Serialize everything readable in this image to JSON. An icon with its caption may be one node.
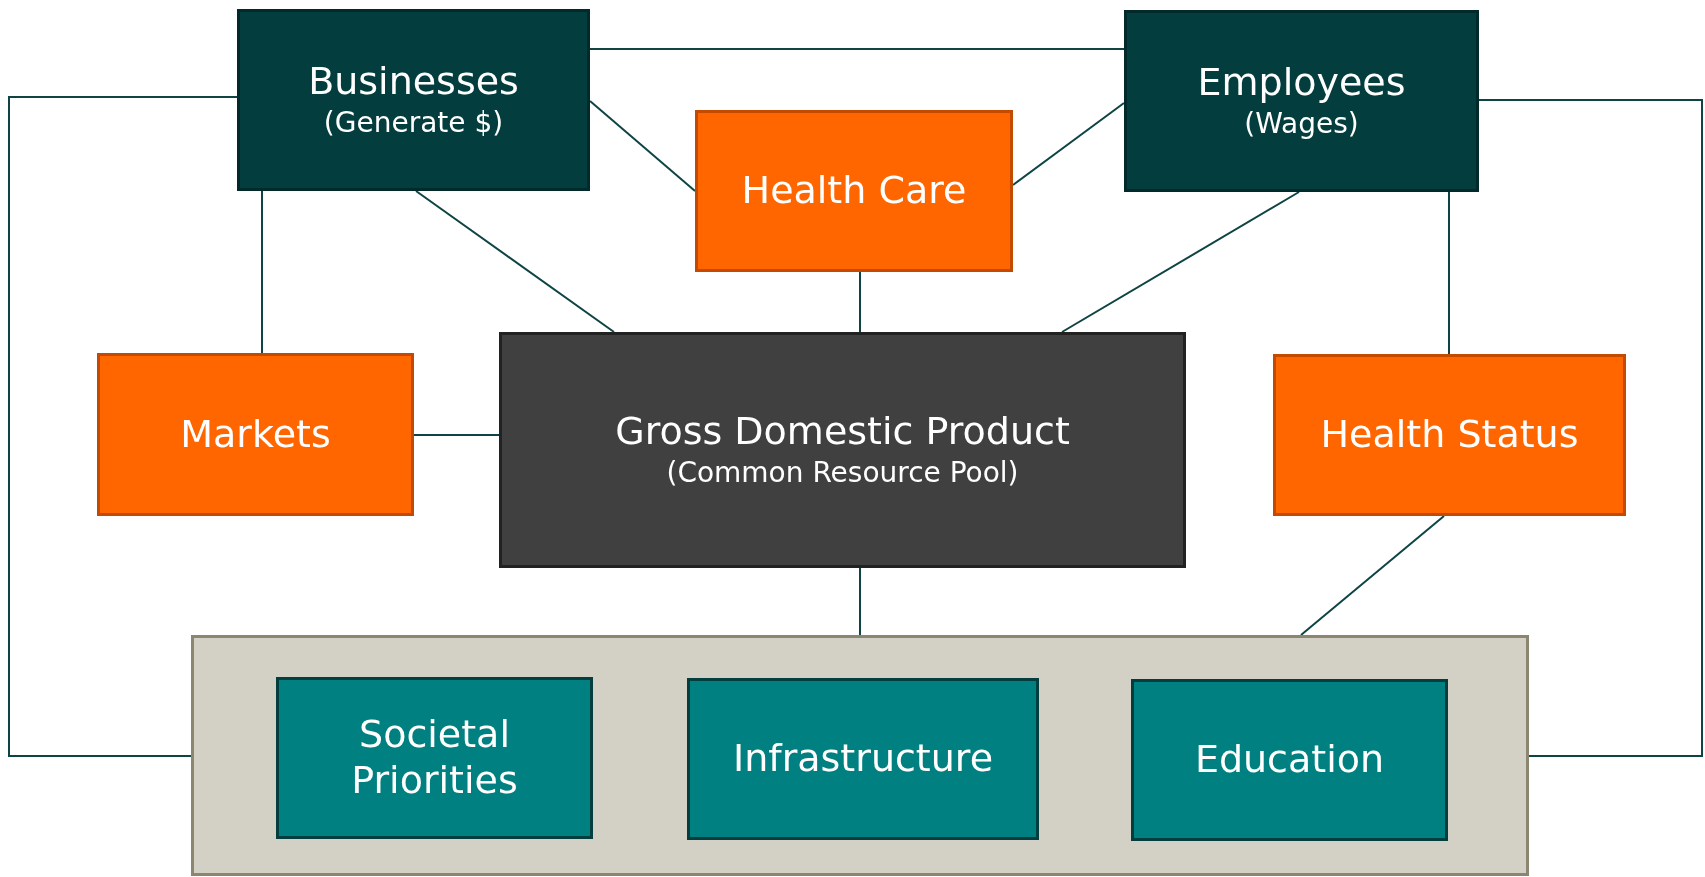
{
  "diagram": {
    "nodes": [
      {
        "text": [
          "Businesses",
          "(Generate $)"
        ]
      },
      {
        "text": [
          "Employees",
          "(Wages)"
        ]
      },
      {
        "text": [
          "Health Care"
        ]
      },
      {
        "text": [
          "Markets"
        ]
      },
      {
        "text": [
          "Gross Domestic Product",
          "(Common Resource Pool)"
        ]
      },
      {
        "text": [
          "Health Status"
        ]
      },
      {
        "text": [],
        "shape": "box"
      },
      {
        "text": [
          "Societal Priorities"
        ],
        "in": 6
      },
      {
        "text": [
          "Infrastructure"
        ],
        "in": 6
      },
      {
        "text": [
          "Education"
        ],
        "in": 6
      }
    ],
    "edges": [
      {
        "from": 0,
        "to": 1,
        "arrow": "none"
      },
      {
        "from": 0,
        "to": 2,
        "arrow": "none"
      },
      {
        "from": 1,
        "to": 2,
        "arrow": "none"
      },
      {
        "from": 0,
        "to": 4,
        "arrow": "none"
      },
      {
        "from": 1,
        "to": 4,
        "arrow": "none"
      },
      {
        "from": 2,
        "to": 4,
        "arrow": "none"
      },
      {
        "from": 0,
        "to": 3,
        "arrow": "none"
      },
      {
        "from": 3,
        "to": 4,
        "arrow": "none"
      },
      {
        "from": 1,
        "to": 5,
        "arrow": "none"
      },
      {
        "from": 4,
        "to": 6,
        "arrow": "none"
      },
      {
        "from": 5,
        "to": 6,
        "arrow": "none"
      },
      {
        "from": 0,
        "to": 6,
        "arrow": "none"
      },
      {
        "from": 1,
        "to": 6,
        "arrow": "none"
      }
    ]
  }
}
